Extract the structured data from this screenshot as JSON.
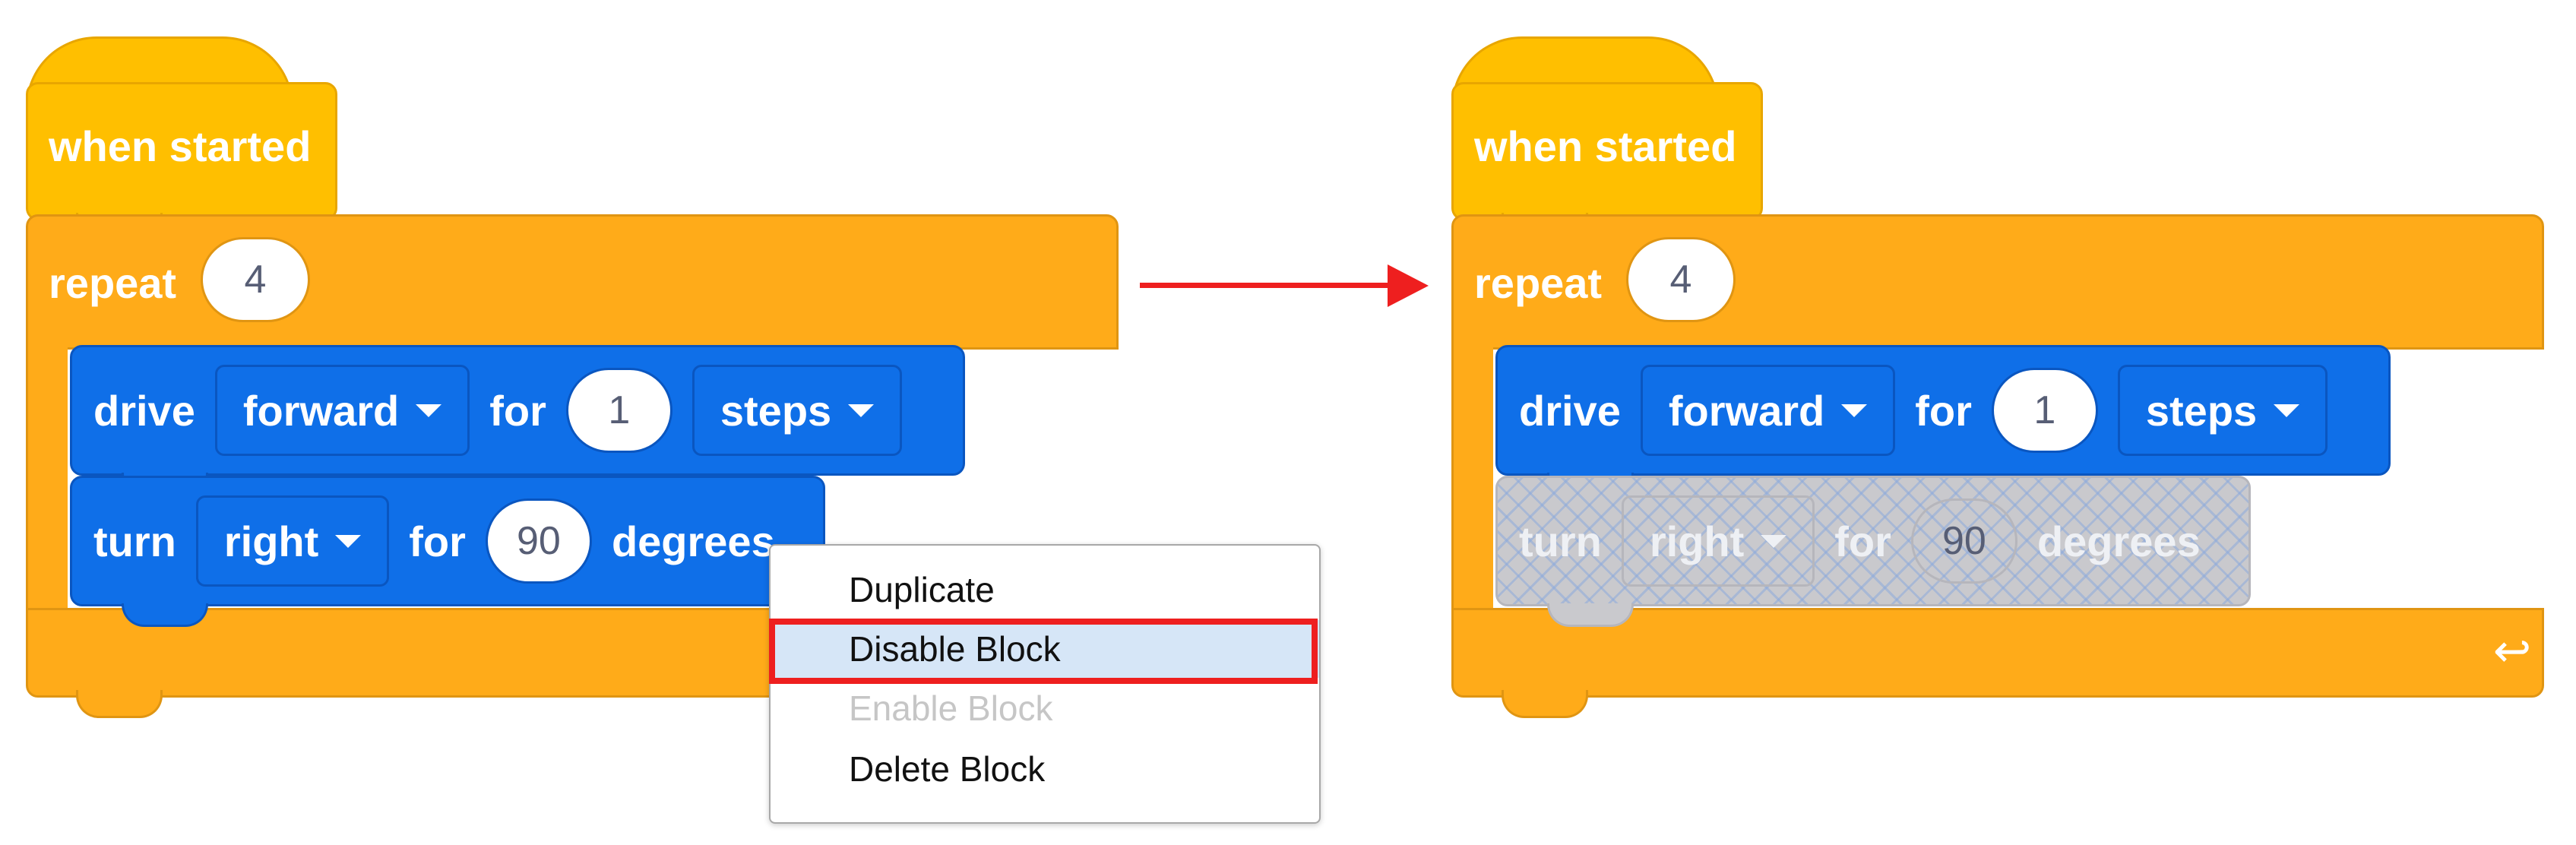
{
  "before": {
    "hat": {
      "label": "when started"
    },
    "repeat": {
      "label": "repeat",
      "count": "4"
    },
    "drive": {
      "label": "drive",
      "direction": "forward",
      "for_label": "for",
      "amount": "1",
      "unit": "steps"
    },
    "turn": {
      "label": "turn",
      "direction": "right",
      "for_label": "for",
      "amount": "90",
      "unit": "degrees"
    }
  },
  "after": {
    "hat": {
      "label": "when started"
    },
    "repeat": {
      "label": "repeat",
      "count": "4"
    },
    "drive": {
      "label": "drive",
      "direction": "forward",
      "for_label": "for",
      "amount": "1",
      "unit": "steps"
    },
    "turn": {
      "label": "turn",
      "direction": "right",
      "for_label": "for",
      "amount": "90",
      "unit": "degrees",
      "state": "disabled"
    }
  },
  "context_menu": {
    "items": [
      {
        "label": "Duplicate",
        "enabled": true
      },
      {
        "label": "Disable Block",
        "enabled": true,
        "highlighted": true
      },
      {
        "label": "Enable Block",
        "enabled": false
      },
      {
        "label": "Delete Block",
        "enabled": true
      }
    ]
  },
  "colors": {
    "hat": "#ffbf00",
    "control": "#ffab19",
    "motion": "#0f6fe8",
    "disabled": "#c9c9cd",
    "annotation": "#ee1f1f"
  },
  "icons": {
    "dropdown": "triangle-down-icon",
    "loop": "loop-arrow-icon",
    "arrow": "right-arrow-icon"
  }
}
